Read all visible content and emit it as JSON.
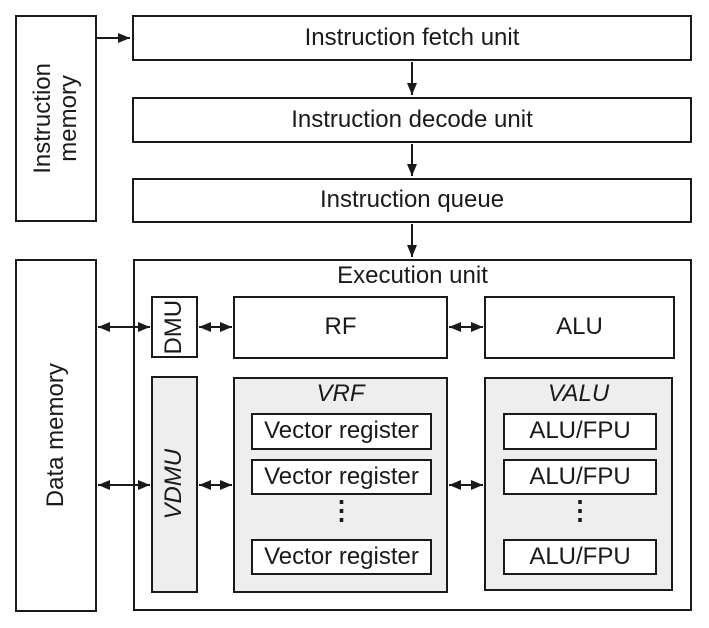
{
  "colors": {
    "background": "#ffffff",
    "stroke": "#1a1a1a",
    "vector_block_fill": "#eeeeee"
  },
  "memories": {
    "instruction": "Instruction\nmemory",
    "data": "Data memory"
  },
  "pipeline": [
    {
      "label": "Instruction fetch unit"
    },
    {
      "label": "Instruction decode unit"
    },
    {
      "label": "Instruction queue"
    }
  ],
  "execution_unit": {
    "title": "Execution unit",
    "scalar": {
      "dmu": "DMU",
      "rf": "RF",
      "alu": "ALU"
    },
    "vector": {
      "vdmu": "VDMU",
      "vrf": {
        "title": "VRF",
        "registers": [
          "Vector register",
          "Vector register",
          "Vector register"
        ],
        "ellipsis": "⋮"
      },
      "valu": {
        "title": "VALU",
        "units": [
          "ALU/FPU",
          "ALU/FPU",
          "ALU/FPU"
        ],
        "ellipsis": "⋮"
      }
    }
  }
}
